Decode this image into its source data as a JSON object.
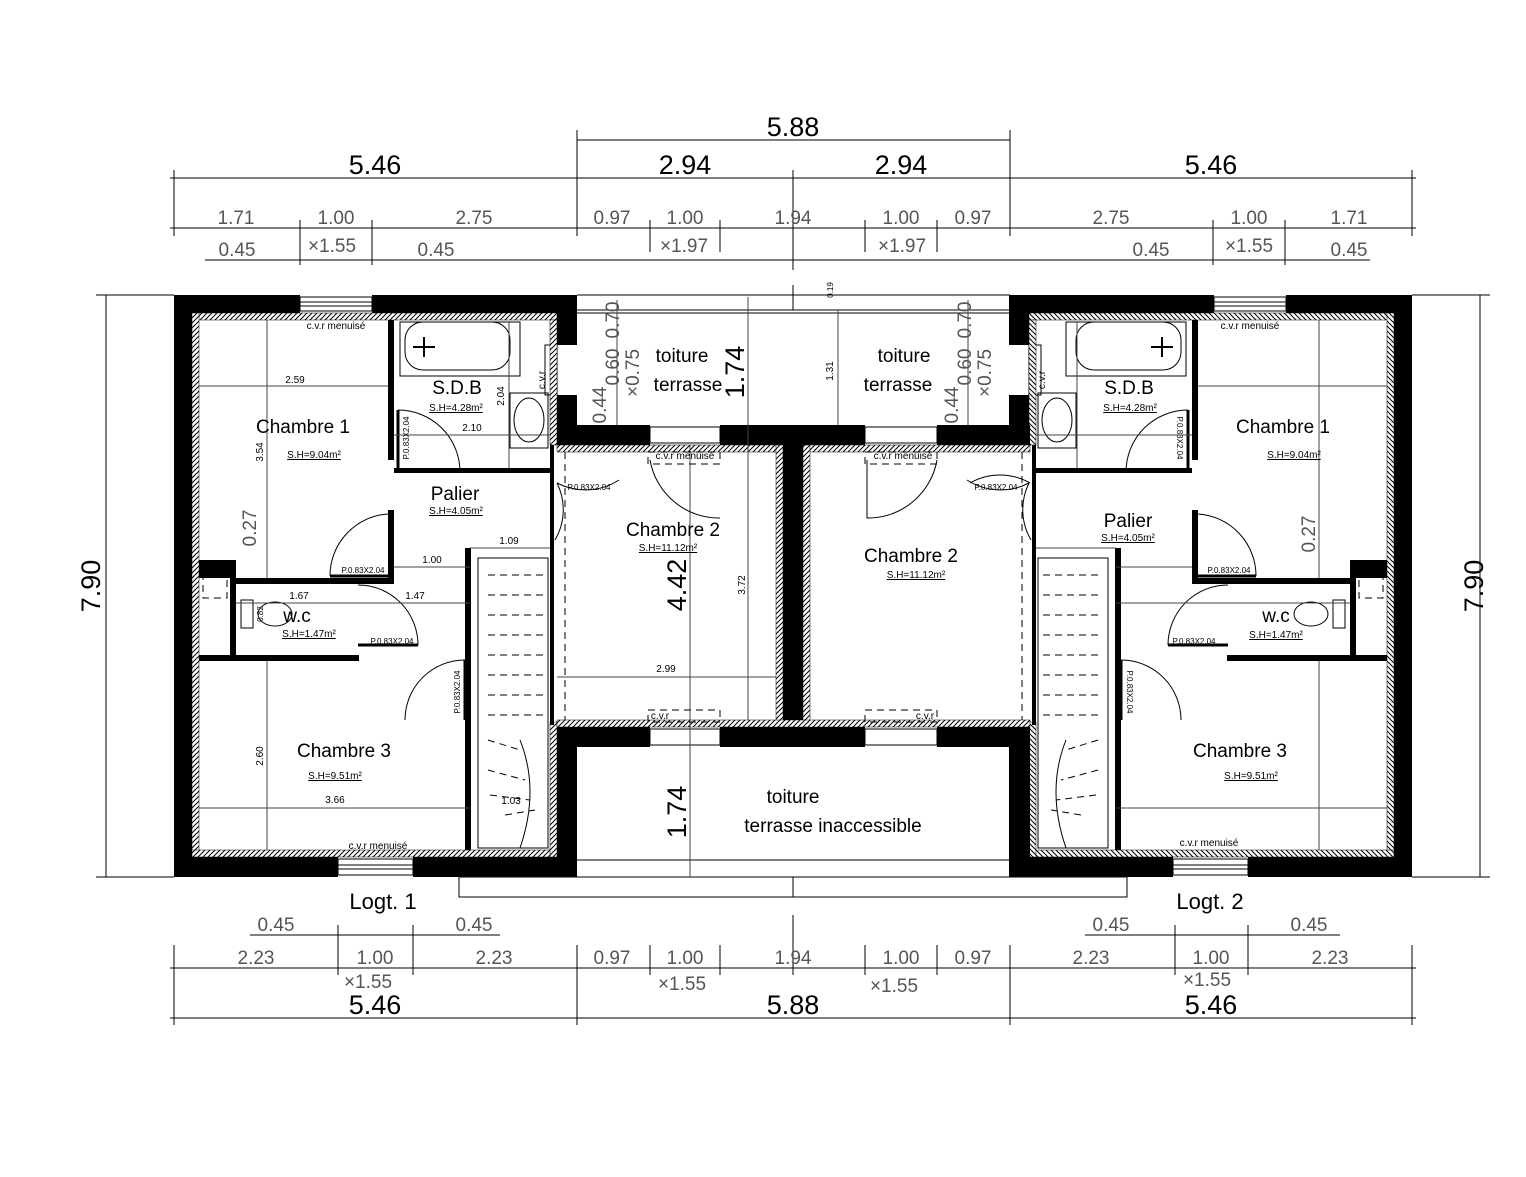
{
  "dimensions": {
    "top_overall": "5.88",
    "top_main": [
      "5.46",
      "2.94",
      "2.94",
      "5.46"
    ],
    "top_openings": [
      "1.71",
      "1.00",
      "2.75",
      "0.97",
      "1.00",
      "1.94",
      "1.00",
      "0.97",
      "2.75",
      "1.00",
      "1.71"
    ],
    "top_sub": [
      "0.45",
      "×1.55",
      "0.45",
      "×1.97",
      "×1.97",
      "0.45",
      "×1.55",
      "0.45"
    ],
    "bottom_sub": [
      "0.45",
      "0.45",
      "0.45",
      "0.45"
    ],
    "bottom_openings": [
      "2.23",
      "1.00",
      "2.23",
      "0.97",
      "1.00",
      "1.94",
      "1.00",
      "0.97",
      "2.23",
      "1.00",
      "2.23"
    ],
    "bottom_heights": [
      "×1.55",
      "×1.55",
      "×1.55",
      "×1.55"
    ],
    "bottom_main": [
      "5.46",
      "5.88",
      "5.46"
    ],
    "height_left": "7.90",
    "height_right": "7.90"
  },
  "logt1": {
    "label": "Logt. 1",
    "rooms": [
      {
        "name": "Chambre 1",
        "area": "S.H=9.04m²"
      },
      {
        "name": "S.D.B",
        "area": "S.H=4.28m²"
      },
      {
        "name": "Palier",
        "area": "S.H=4.05m²"
      },
      {
        "name": "w.c",
        "area": "S.H=1.47m²"
      },
      {
        "name": "Chambre 3",
        "area": "S.H=9.51m²"
      },
      {
        "name": "Chambre 2",
        "area": "S.H=11.12m²"
      }
    ],
    "inner_dims": [
      "2.59",
      "3.54",
      "0.27",
      "2.04",
      "2.10",
      "1.09",
      "1.00",
      "1.67",
      "1.47",
      "0.82",
      "2.60",
      "3.66",
      "1.03",
      "4.42",
      "3.72",
      "2.99"
    ],
    "doors": [
      "P.0.83X2.04",
      "P.0.83X2.04",
      "P.0.83X2.04",
      "P.0.83X2.04",
      "P.0.83X2.04"
    ],
    "openings": [
      "c.v.r menuisé",
      "c.v.r menuisé",
      "c.v.r",
      "c.v.r menuisé",
      "c.v.r"
    ]
  },
  "logt2": {
    "label": "Logt. 2",
    "rooms": [
      {
        "name": "Chambre 1",
        "area": "S.H=9.04m²"
      },
      {
        "name": "S.D.B",
        "area": "S.H=4.28m²"
      },
      {
        "name": "Palier",
        "area": "S.H=4.05m²"
      },
      {
        "name": "w.c",
        "area": "S.H=1.47m²"
      },
      {
        "name": "Chambre 3",
        "area": "S.H=9.51m²"
      },
      {
        "name": "Chambre 2",
        "area": "S.H=11.12m²"
      }
    ],
    "inner_dims": [
      "0.27"
    ],
    "doors": [
      "P.0.83X2.04",
      "P.0.83X2.04",
      "P.0.83X2.04",
      "P.0.83X2.04",
      "P.0.83X2.04"
    ],
    "openings": [
      "c.v.r menuisé",
      "c.v.r menuisé",
      "c.v.r",
      "c.v.r menuisé",
      "c.v.r"
    ]
  },
  "terraces": {
    "left_top": [
      "toiture",
      "terrasse"
    ],
    "right_top": [
      "toiture",
      "terrasse"
    ],
    "bottom": [
      "toiture",
      "terrasse inaccessible"
    ],
    "dims": [
      "0.70",
      "0.60",
      "0.44",
      "×0.75",
      "1.74",
      "0.19",
      "1.31",
      "0.70",
      "0.60",
      "0.44",
      "×0.75",
      "1.74"
    ]
  }
}
